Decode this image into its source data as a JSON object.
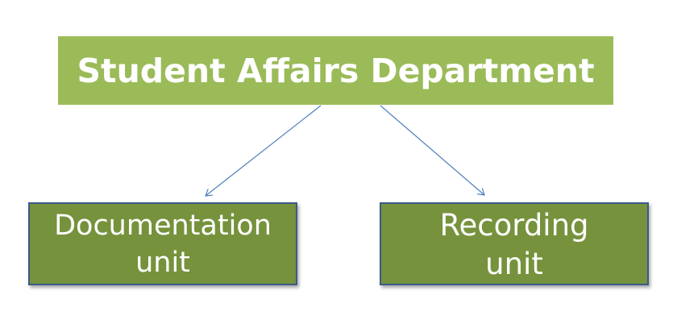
{
  "diagram": {
    "root": {
      "label": "Student Affairs Department",
      "color": "#9bbb59"
    },
    "children": [
      {
        "lines": [
          "Documentation",
          "unit"
        ],
        "color": "#76923c"
      },
      {
        "lines": [
          "Recording",
          "unit"
        ],
        "color": "#76923c"
      }
    ],
    "connector_color": "#4f81bd"
  }
}
